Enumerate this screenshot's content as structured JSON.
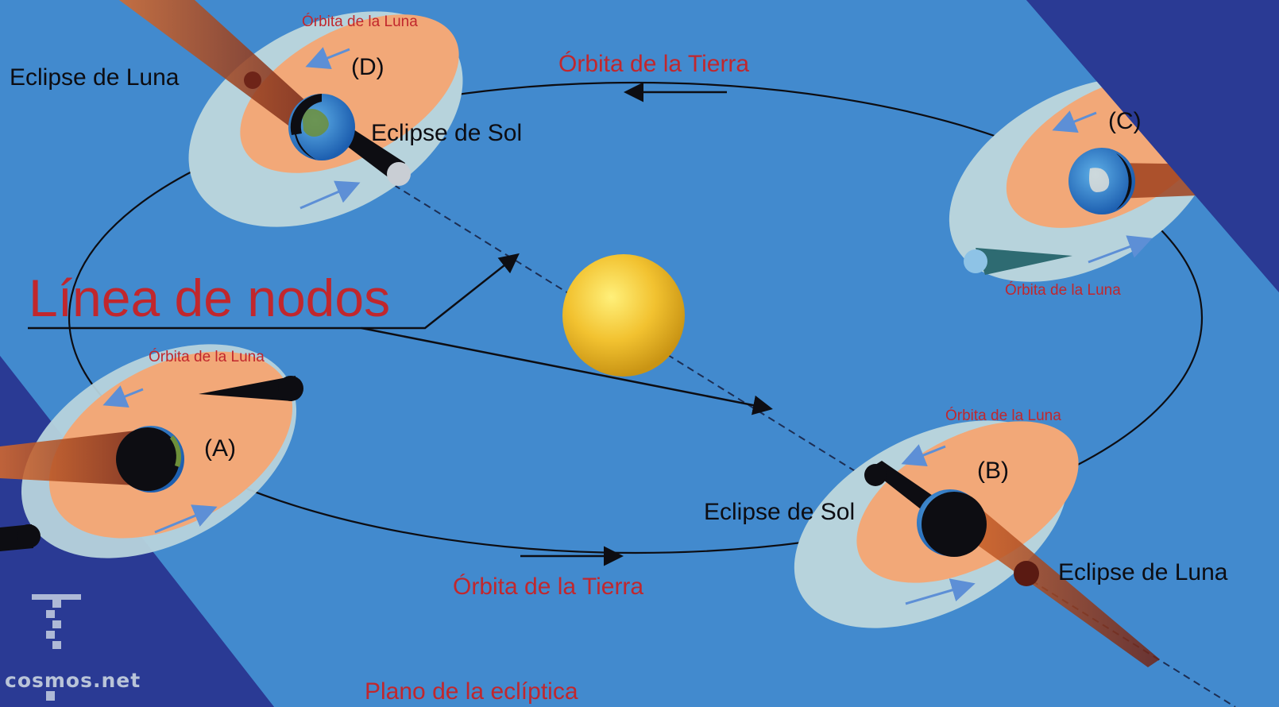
{
  "colors": {
    "ecliptic_plane": "#3b86cc",
    "outer_background": "#2a3a94",
    "moon_orbit_front": "#f2a878",
    "moon_orbit_back": "#b7d3dc",
    "label_red": "#c1272d",
    "label_black": "#0d0d12",
    "sun": "#f2c230",
    "shadow_cone": "#a0421f"
  },
  "labels": {
    "line_of_nodes": "Línea de nodos",
    "earth_orbit_top": "Órbita de la Tierra",
    "earth_orbit_bottom": "Órbita de la Tierra",
    "ecliptic_plane": "Plano de la eclíptica",
    "moon_orbit_d": "Órbita de la Luna",
    "moon_orbit_c": "Órbita de la Luna",
    "moon_orbit_a": "Órbita de la Luna",
    "moon_orbit_b": "Órbita de la Luna",
    "lunar_eclipse_d": "Eclipse de Luna",
    "solar_eclipse_d": "Eclipse de Sol",
    "solar_eclipse_b": "Eclipse de Sol",
    "lunar_eclipse_b": "Eclipse de Luna",
    "position_a": "(A)",
    "position_b": "(B)",
    "position_c": "(C)",
    "position_d": "(D)",
    "watermark": "cosmos.net"
  },
  "icons": [
    "sun-icon",
    "earth-icon",
    "moon-icon",
    "shadow-cone-icon",
    "arrow-icon"
  ]
}
